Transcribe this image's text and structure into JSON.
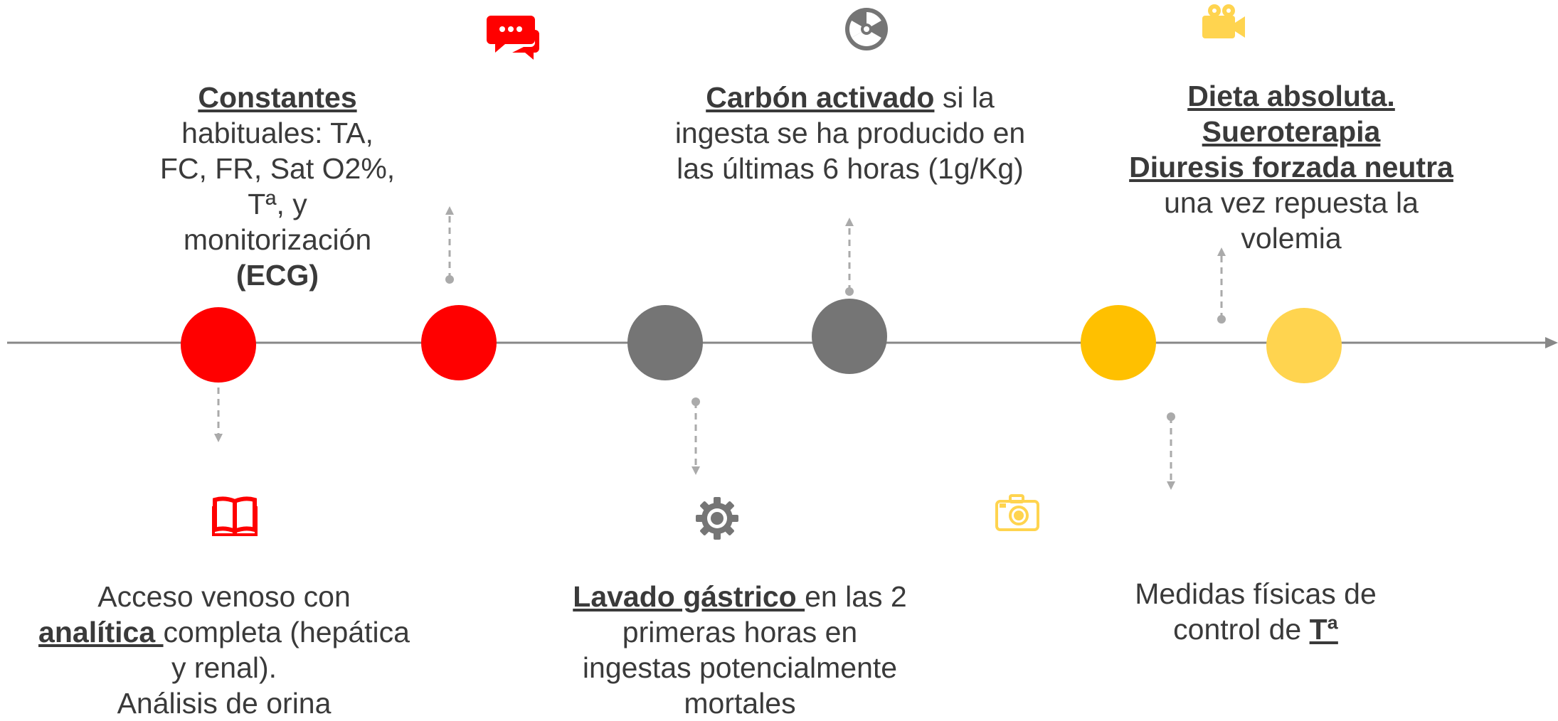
{
  "colors": {
    "red": "#ff0000",
    "gray": "#757575",
    "amber": "#ffc000",
    "light_amber": "#ffd44f",
    "line": "#888888",
    "connector": "#aaaaaa",
    "text": "#3a3a3a"
  },
  "timeline": {
    "nodes": [
      {
        "color": "red"
      },
      {
        "color": "red"
      },
      {
        "color": "gray"
      },
      {
        "color": "gray"
      },
      {
        "color": "amber"
      },
      {
        "color": "light_amber"
      }
    ]
  },
  "icons": [
    {
      "name": "chat-bubbles-icon",
      "color": "red"
    },
    {
      "name": "radiation-icon",
      "color": "gray"
    },
    {
      "name": "video-camera-icon",
      "color": "light_amber"
    },
    {
      "name": "open-book-icon",
      "color": "red"
    },
    {
      "name": "gear-icon",
      "color": "gray"
    },
    {
      "name": "camera-icon",
      "color": "light_amber"
    }
  ],
  "steps": {
    "constantes": {
      "bold": "Constantes",
      "text1": " habituales: TA,",
      "text2": "FC, FR, Sat O2%, Tª, y",
      "text3": "monitorización ",
      "bold2": "(ECG)"
    },
    "carbon": {
      "bold": "Carbón activado",
      "text1": " si la",
      "text2": "ingesta se ha producido en",
      "text3": "las últimas 6 horas (1g/Kg)"
    },
    "dieta": {
      "line1": "Dieta absoluta.",
      "line2": "Sueroterapia",
      "line3": "Diuresis forzada neutra",
      "line4": "una vez repuesta la",
      "line5": "volemia"
    },
    "acceso": {
      "line1": "Acceso venoso con",
      "bold": "analítica ",
      "text2": "completa (hepática",
      "line3": "y renal).",
      "line4": "Análisis de orina"
    },
    "lavado": {
      "bold": "Lavado gástrico ",
      "text1": "en las 2",
      "line2": "primeras horas en",
      "line3": "ingestas potencialmente",
      "line4": "mortales"
    },
    "medidas": {
      "line1": "Medidas físicas de",
      "text2": "control de ",
      "bold": "Tª"
    }
  }
}
